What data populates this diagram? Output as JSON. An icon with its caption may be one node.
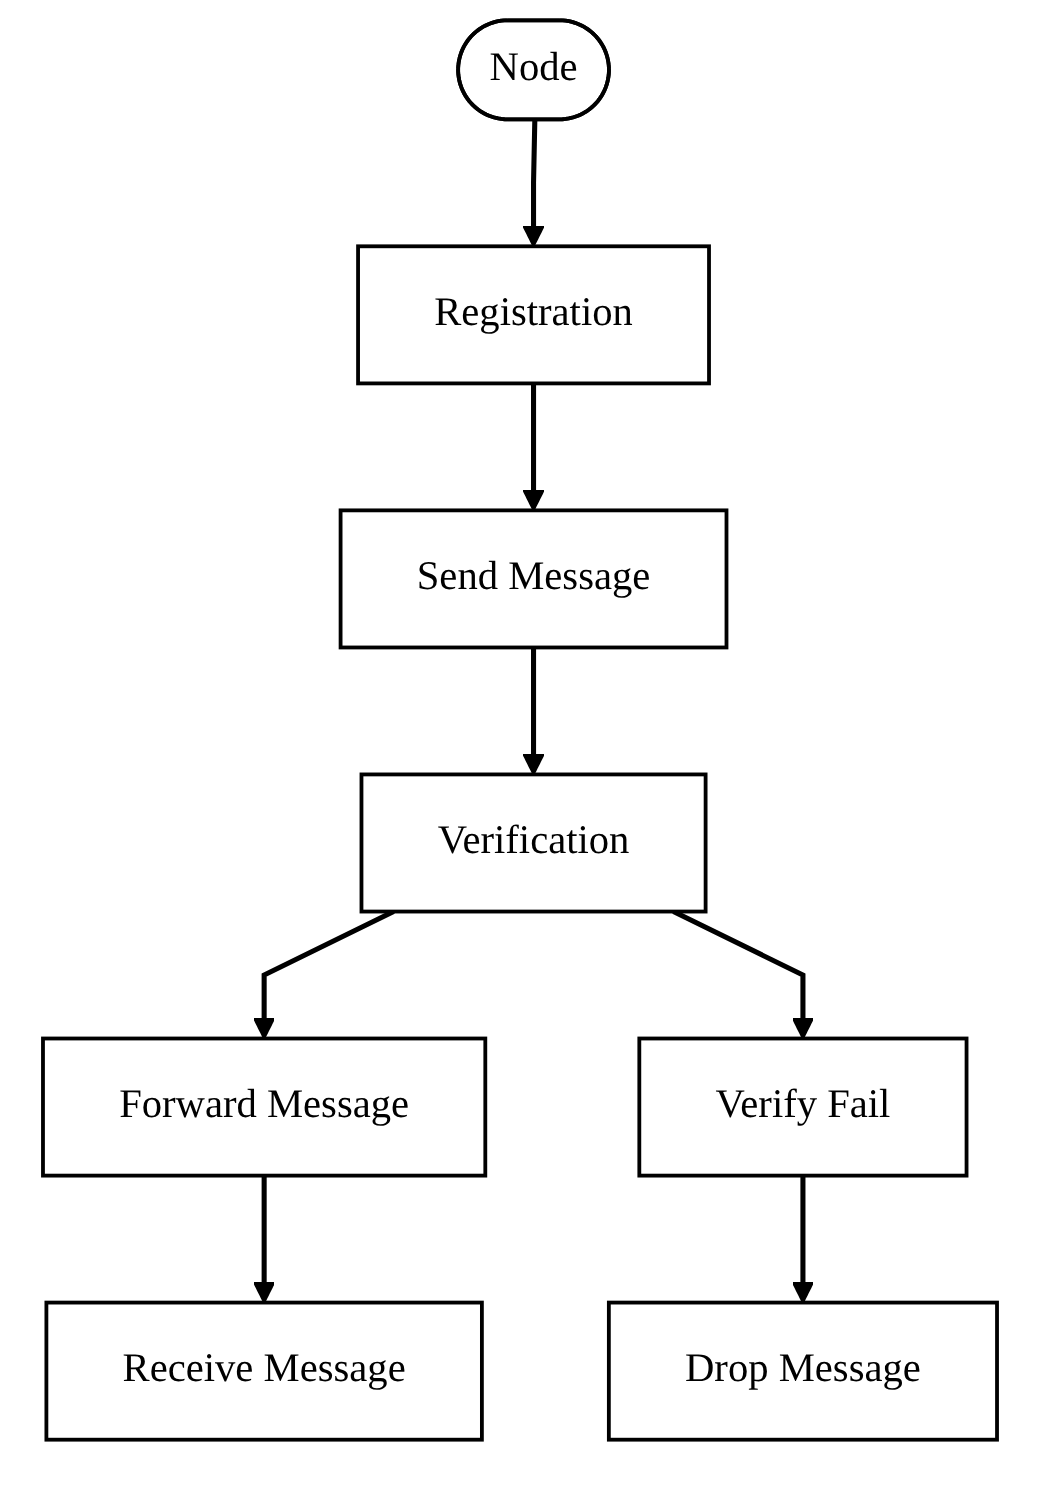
{
  "diagram": {
    "nodes": [
      {
        "text": [
          "Node"
        ]
      },
      {
        "text": [
          "Registration"
        ]
      },
      {
        "text": [
          "Send Message"
        ]
      },
      {
        "text": [
          "Verification"
        ]
      },
      {
        "text": [
          "Forward Message"
        ]
      },
      {
        "text": [
          "Verify Fail"
        ]
      },
      {
        "text": [
          "Receive Message"
        ]
      },
      {
        "text": [
          "Drop Message"
        ]
      }
    ],
    "edges": [
      {
        "from": 0,
        "to": 1,
        "arrow": "to"
      },
      {
        "from": 1,
        "to": 2,
        "arrow": "to"
      },
      {
        "from": 2,
        "to": 3,
        "arrow": "to"
      },
      {
        "from": 3,
        "to": 4,
        "arrow": "to"
      },
      {
        "from": 3,
        "to": 5,
        "arrow": "to"
      },
      {
        "from": 4,
        "to": 6,
        "arrow": "to"
      },
      {
        "from": 5,
        "to": 7,
        "arrow": "to"
      }
    ]
  }
}
